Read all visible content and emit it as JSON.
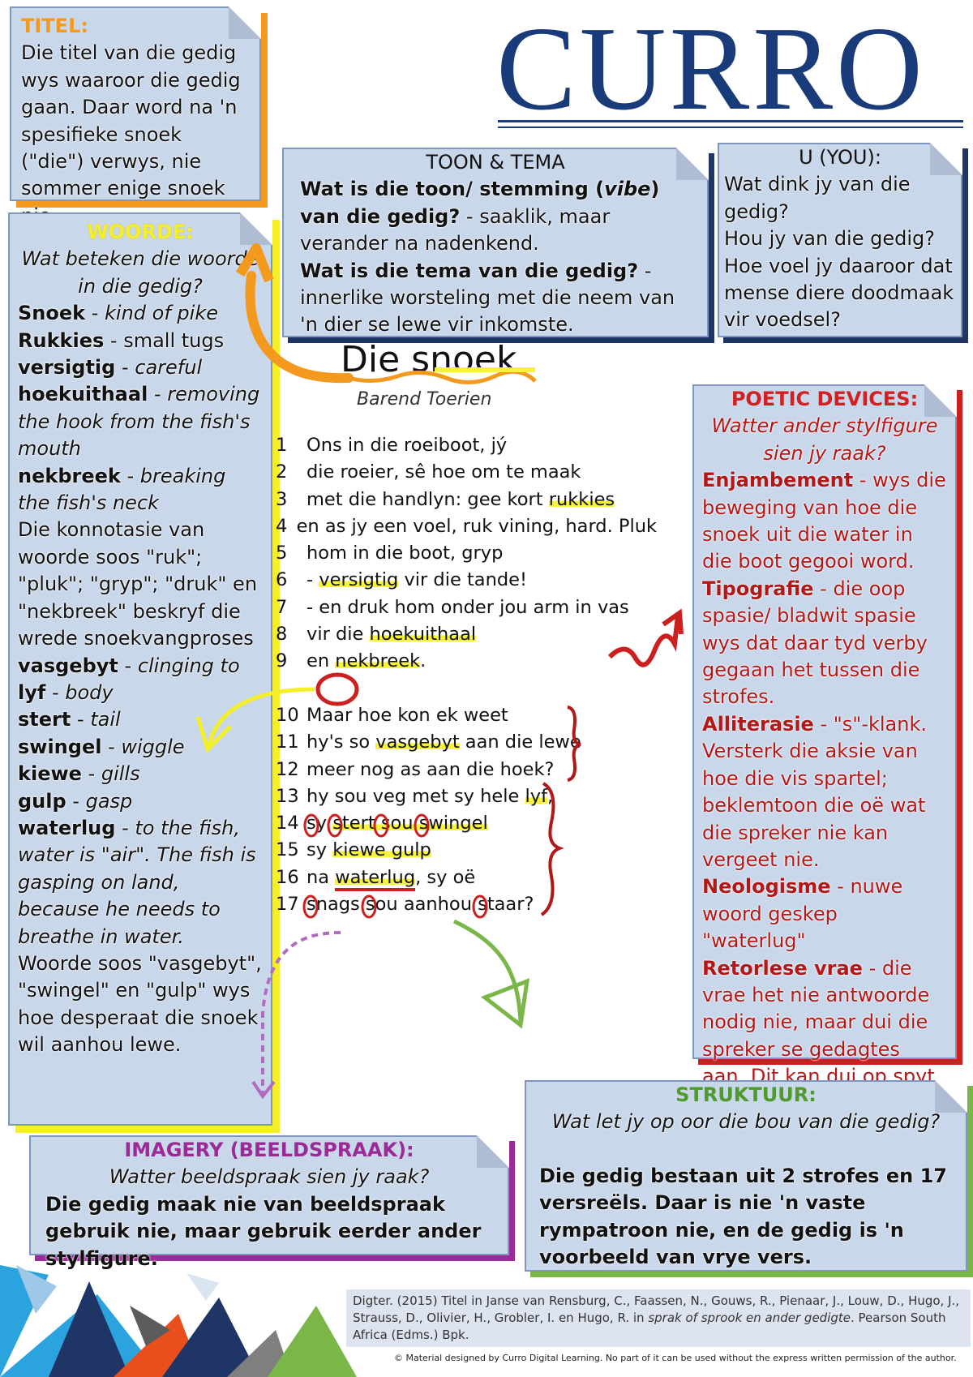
{
  "logo": {
    "text": "CURRO"
  },
  "titel": {
    "heading": "TITEL:",
    "body": "Die titel van die gedig wys waaroor die gedig gaan. Daar  word na 'n spesifieke snoek (\"die\") verwys, nie sommer enige snoek nie."
  },
  "toon_tema": {
    "heading": "TOON & TEMA",
    "q1": "Wat is die toon/ stemming (",
    "q1_vibe": "vibe",
    "q1_end": ") van die gedig?",
    "a1": " - saaklik, maar verander na nadenkend.",
    "q2": "Wat is die tema van die gedig?",
    "a2": " - innerlike worsteling met die neem van 'n dier se lewe vir inkomste."
  },
  "u_you": {
    "heading": "U (YOU):",
    "lines": [
      "Wat dink jy van die gedig?",
      "Hou jy van die gedig?",
      "Hoe voel jy daaroor dat mense diere doodmaak vir voedsel?"
    ]
  },
  "woorde": {
    "heading": "WOORDE:",
    "question": "Wat beteken die woorde in die gedig?",
    "entries_1": [
      {
        "word": "Snoek",
        "sep": " - ",
        "meaning": "kind of pike",
        "italic": true
      },
      {
        "word": "Rukkies",
        "sep": " - ",
        "meaning": "small tugs",
        "italic": false
      },
      {
        "word": "versigtig",
        "sep": " - ",
        "meaning": "careful",
        "italic": true
      },
      {
        "word": "hoekuithaal",
        "sep": " - ",
        "meaning": "removing the hook from the fish's mouth",
        "italic": true
      },
      {
        "word": "nekbreek",
        "sep": " - ",
        "meaning": "breaking the fish's neck",
        "italic": true
      }
    ],
    "connotation": "Die konnotasie van woorde soos \"ruk\"; \"pluk\"; \"gryp\"; \"druk\" en \"nekbreek\" beskryf die wrede snoekvangproses",
    "entries_2": [
      {
        "word": "vasgebyt",
        "sep": " - ",
        "meaning": "clinging to",
        "italic": true
      },
      {
        "word": "lyf",
        "sep": " - ",
        "meaning": "body",
        "italic": true
      },
      {
        "word": "stert",
        "sep": " - ",
        "meaning": "tail",
        "italic": true
      },
      {
        "word": "swingel",
        "sep": " - ",
        "meaning": "wiggle",
        "italic": true
      },
      {
        "word": "kiewe",
        "sep": " - ",
        "meaning": "gills",
        "italic": true
      },
      {
        "word": "gulp",
        "sep": " - ",
        "meaning": "gasp",
        "italic": true
      },
      {
        "word": "waterlug",
        "sep": " - ",
        "meaning": "to the fish, water is \"air\". The fish is gasping on land, because he needs to breathe in water.",
        "italic": true
      }
    ],
    "closing": "Woorde soos \"vasgebyt\", \"swingel\" en \"gulp\" wys hoe desperaat die snoek wil aanhou lewe."
  },
  "poem": {
    "title": "Die snoek",
    "author": "Barend Toerien",
    "lines": [
      {
        "n": "1",
        "pre": "Ons in die roeiboot, jý",
        "hl": "",
        "post": ""
      },
      {
        "n": "2",
        "pre": "die roeier, sê hoe om te maak",
        "hl": "",
        "post": ""
      },
      {
        "n": "3",
        "pre": "met die handlyn: gee kort ",
        "hl": "rukkies",
        "post": ""
      },
      {
        "n": "4",
        "pre": "en as jy een voel, ruk vining, hard. Pluk",
        "hl": "",
        "post": ""
      },
      {
        "n": "5",
        "pre": "hom in die boot, gryp",
        "hl": "",
        "post": ""
      },
      {
        "n": "6",
        "pre": "- ",
        "hl": "versigtig",
        "post": " vir die tande!"
      },
      {
        "n": "7",
        "pre": "- en druk hom onder jou arm in vas",
        "hl": "",
        "post": ""
      },
      {
        "n": "8",
        "pre": "vir die ",
        "hl": "hoekuithaal",
        "post": ""
      },
      {
        "n": "9",
        "pre": "en ",
        "hl": "nekbreek",
        "post": "."
      },
      {
        "n": "10",
        "pre": " Maar hoe kon ek weet",
        "hl": "",
        "post": ""
      },
      {
        "n": "11",
        "pre": "hy's so ",
        "hl": "vasgebyt",
        "post": " aan die lewe"
      },
      {
        "n": "12",
        "pre": "meer nog as aan die hoek?",
        "hl": "",
        "post": ""
      },
      {
        "n": "13",
        "pre": "hy sou veg met sy hele ",
        "hl": "lyf",
        "post": ","
      },
      {
        "n": "14",
        "pre": "sy ",
        "hl": "stert sou swingel",
        "post": ""
      },
      {
        "n": "15",
        "pre": "sy ",
        "hl": "kiewe gulp",
        "post": ""
      },
      {
        "n": "16",
        "pre": "na ",
        "hl": "waterlug",
        "post": ", sy oë"
      },
      {
        "n": "17",
        "pre": "snags sou aanhou staar?",
        "hl": "",
        "post": ""
      }
    ]
  },
  "poetic_devices": {
    "heading": "POETIC DEVICES:",
    "question": "Watter ander stylfigure sien jy raak?",
    "items": [
      {
        "term": "Enjambement",
        "text": " - wys die beweging van hoe die snoek uit die water in die boot gegooi word."
      },
      {
        "term": "Tipografie",
        "text": " - die oop spasie/ bladwit spasie wys dat daar tyd verby gegaan het tussen die strofes."
      },
      {
        "term": "Alliterasie",
        "text": " - \"s\"-klank. Versterk die aksie van hoe die vis spartel; beklemtoon die oë wat die spreker nie kan vergeet nie."
      },
      {
        "term": "Neologisme",
        "text": " -   nuwe woord geskep \"waterlug\""
      },
      {
        "term": "Retorlese vrae",
        "text": " -  die vrae het nie antwoorde nodig nie, maar dui die spreker se gedagtes aan. Dit kan dui op spyt."
      }
    ]
  },
  "struktuur": {
    "heading": "STRUKTUUR:",
    "question": "Wat let jy op oor die bou van die gedig?",
    "body": "Die gedig bestaan uit 2 strofes en  17 versreëls. Daar is nie 'n vaste  rympatroon nie, en de gedig is 'n voorbeeld van vrye vers."
  },
  "imagery": {
    "heading": "IMAGERY (BEELDSPRAAK):",
    "question": "Watter beeldspraak sien jy raak?",
    "body": "Die gedig maak nie van beeldspraak gebruik nie, maar gebruik eerder ander stylfigure."
  },
  "citation": {
    "pre": "Digter. (2015) Titel in Janse van Rensburg, C., Faassen, N., Gouws, R., Pienaar, J., Louw, D., Hugo, J., Strauss, D., Olivier, H., Grobler, I. en Hugo, R. in ",
    "title": "sprak of sprook en ander gedigte",
    "post": ". Pearson South Africa (Edms.) Bpk."
  },
  "copyright": "© Material designed by Curro Digital Learning. No part of it can be used without the express written permission of the author.",
  "colors": {
    "note_bg": "#c9d7ea",
    "orange": "#f39a1e",
    "yellow": "#f5ef2a",
    "navy": "#1f3566",
    "red": "#cc1f1f",
    "purple": "#9a2a96",
    "green": "#7ab648",
    "logo": "#1a3b7a"
  }
}
